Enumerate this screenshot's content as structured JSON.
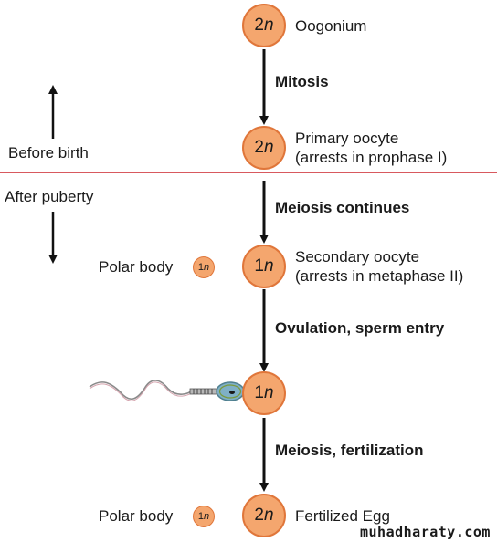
{
  "cells": [
    {
      "id": "oogonium",
      "num": "2",
      "var": "n",
      "label_lines": [
        "Oogonium"
      ]
    },
    {
      "id": "primary-oocyte",
      "num": "2",
      "var": "n",
      "label_lines": [
        "Primary oocyte",
        "(arrests in prophase I)"
      ]
    },
    {
      "id": "secondary-oocyte",
      "num": "1",
      "var": "n",
      "label_lines": [
        "Secondary oocyte",
        "(arrests in metaphase II)"
      ]
    },
    {
      "id": "ovum",
      "num": "1",
      "var": "n",
      "label_lines": []
    },
    {
      "id": "fertilized-egg",
      "num": "2",
      "var": "n",
      "label_lines": [
        "Fertilized Egg"
      ]
    }
  ],
  "steps": [
    "Mitosis",
    "Meiosis continues",
    "Ovulation, sperm entry",
    "Meiosis, fertilization"
  ],
  "polar_bodies": [
    {
      "label": "Polar body",
      "num": "1",
      "var": "n"
    },
    {
      "label": "Polar body",
      "num": "1",
      "var": "n"
    }
  ],
  "timeline": {
    "before": "Before birth",
    "after": "After puberty"
  },
  "watermark": "muhadharaty.com",
  "colors": {
    "cell_fill": "#f4a66e",
    "cell_border": "#e0763a",
    "divider": "#cc2229",
    "arrow": "#111111"
  }
}
